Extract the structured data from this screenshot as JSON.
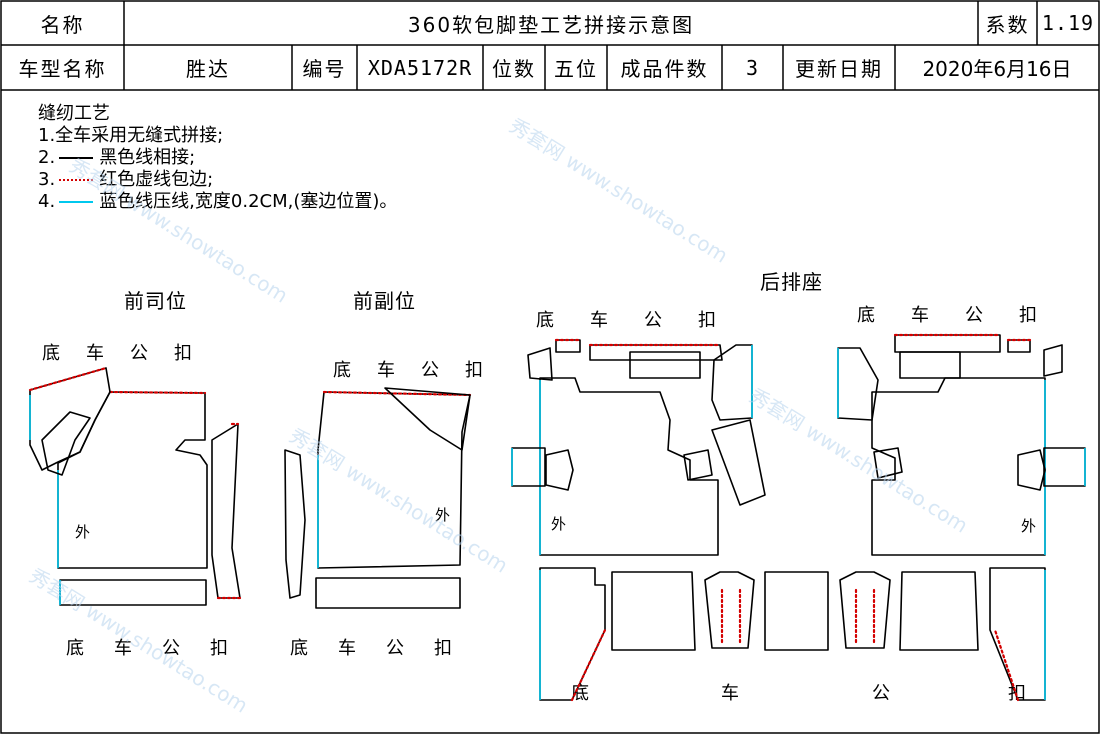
{
  "header": {
    "name_label": "名称",
    "title": "360软包脚垫工艺拼接示意图",
    "coef_label": "系数",
    "coef_value": "1.19",
    "model_label": "车型名称",
    "model_value": "胜达",
    "code_label": "编号",
    "code_value": "XDA5172R",
    "seat_label": "位数",
    "seat_value": "五位",
    "count_label": "成品件数",
    "count_value": "3",
    "date_label": "更新日期",
    "date_value": "2020年6月16日"
  },
  "notes": {
    "title": "缝纫工艺",
    "item1": "1.全车采用无缝式拼接;",
    "item2_prefix": "2.",
    "item2": "黑色线相接;",
    "item3_prefix": "3.",
    "item3": "红色虚线包边;",
    "item4_prefix": "4.",
    "item4": "蓝色线压线,宽度0.2CM,(塞边位置)。"
  },
  "sections": {
    "driver": "前司位",
    "passenger": "前副位",
    "rear": "后排座"
  },
  "labels": {
    "clip": "底车公扣",
    "outer": "外",
    "rear_bottom": [
      "底",
      "车",
      "公",
      "扣"
    ]
  },
  "watermark": {
    "text": "秀套网 www.showtao.com"
  },
  "colors": {
    "seam": "#000000",
    "edge_binding": "#d40000",
    "press_line": "#00c8ee"
  }
}
